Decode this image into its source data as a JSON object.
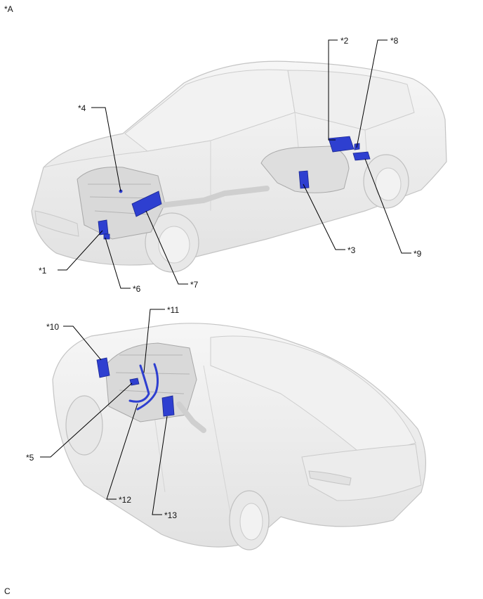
{
  "figure_label": "*A",
  "footer_label": "C",
  "callouts": {
    "c1": "*1",
    "c2": "*2",
    "c3": "*3",
    "c4": "*4",
    "c5": "*5",
    "c6": "*6",
    "c7": "*7",
    "c8": "*8",
    "c9": "*9",
    "c10": "*10",
    "c11": "*11",
    "c12": "*12",
    "c13": "*13"
  },
  "colors": {
    "body": "#eeeeee",
    "body_edge": "#c4c4c4",
    "engine": "#d9d9d9",
    "component": "#2e3fd0",
    "component_dark": "#1a2690",
    "leader": "#000000"
  }
}
